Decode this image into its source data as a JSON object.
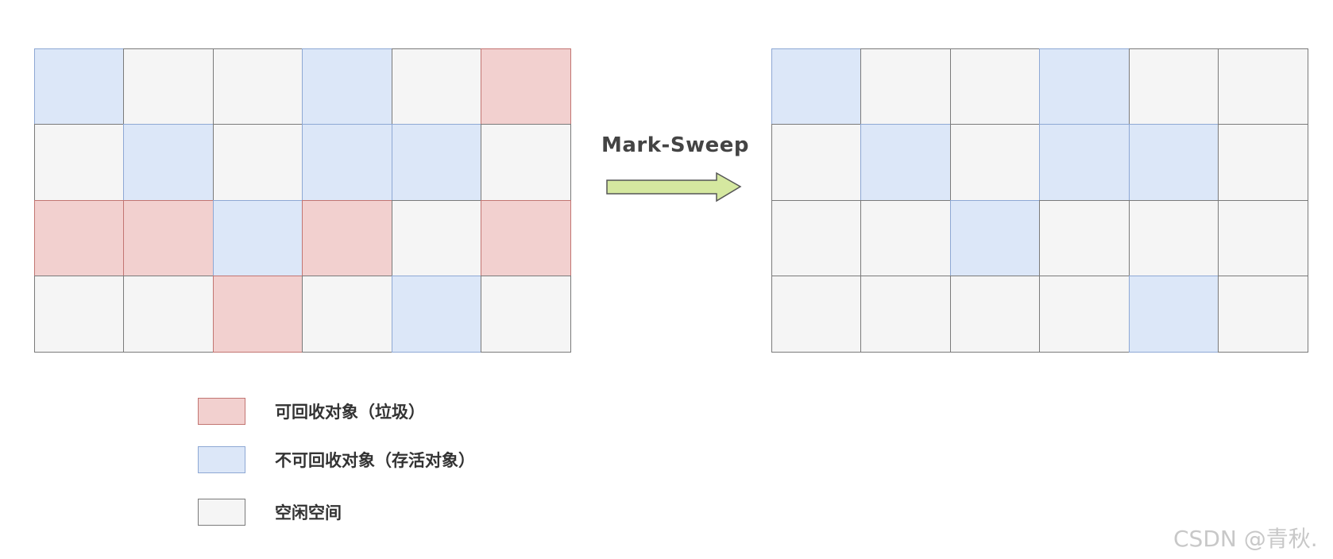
{
  "diagram": {
    "algorithm_label": "Mark-Sweep",
    "before_grid": [
      [
        "B",
        "F",
        "F",
        "B",
        "F",
        "R"
      ],
      [
        "F",
        "B",
        "F",
        "B",
        "B",
        "F"
      ],
      [
        "R",
        "R",
        "B",
        "R",
        "F",
        "R"
      ],
      [
        "F",
        "F",
        "R",
        "F",
        "B",
        "F"
      ]
    ],
    "after_grid": [
      [
        "B",
        "F",
        "F",
        "B",
        "F",
        "F"
      ],
      [
        "F",
        "B",
        "F",
        "B",
        "B",
        "F"
      ],
      [
        "F",
        "F",
        "B",
        "F",
        "F",
        "F"
      ],
      [
        "F",
        "F",
        "F",
        "F",
        "B",
        "F"
      ]
    ],
    "legend": [
      {
        "key": "R",
        "label": "可回收对象（垃圾）",
        "fill": "#f2d0cf",
        "stroke": "#c27572"
      },
      {
        "key": "B",
        "label": "不可回收对象（存活对象）",
        "fill": "#dce7f8",
        "stroke": "#8ea8d4"
      },
      {
        "key": "F",
        "label": "空闲空间",
        "fill": "#f5f5f5",
        "stroke": "#7a7a7a"
      }
    ],
    "arrow_color": "#d5e8a0"
  },
  "watermark": "CSDN @青秋."
}
